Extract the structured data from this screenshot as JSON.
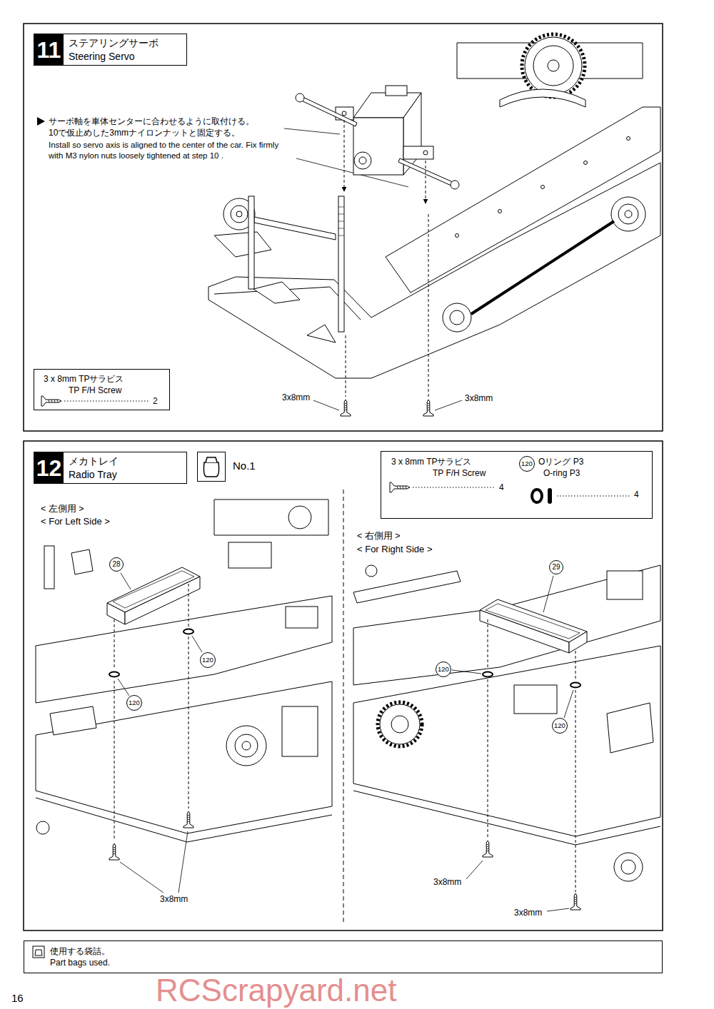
{
  "diagram": {
    "nodes": [
      {
        "text": [
          "11",
          "ステアリングサーボ",
          "Steering Servo"
        ]
      },
      {
        "text": [
          "3 x 8mm TPサラビス",
          "TP F/H Screw",
          "2"
        ]
      },
      {
        "text": [
          "12",
          "メカトレイ",
          "Radio Tray"
        ]
      },
      {
        "text": [
          "No.1"
        ]
      },
      {
        "text": [
          "3 x 8mm TPサラビス",
          "TP F/H Screw",
          "4",
          "Oリング P3",
          "O-ring P3",
          "4"
        ]
      },
      {
        "text": [
          "120"
        ],
        "in": 4
      },
      {
        "text": [
          "28"
        ]
      },
      {
        "text": [
          "120"
        ]
      },
      {
        "text": [
          "120"
        ]
      },
      {
        "text": [
          "29"
        ]
      },
      {
        "text": [
          "120"
        ]
      },
      {
        "text": [
          "120"
        ]
      },
      {
        "text": [
          "使用する袋詰。",
          "Part bags used."
        ]
      }
    ],
    "labels": [
      "サーボ軸を車体センターに合わせるように取付ける。 10で仮止めした3mmナイロンナットと固定する。",
      "Install so servo axis is aligned to the center of the car. Fix firmly with M3 nylon nuts loosely tightened at step 10 .",
      "3x8mm",
      "3x8mm",
      "< 左側用 >",
      "< For Left Side >",
      "3x8mm",
      "< 右側用 >",
      "< For Right Side >",
      "3x8mm",
      "3x8mm",
      "RCScrapyard.net",
      "16"
    ]
  }
}
